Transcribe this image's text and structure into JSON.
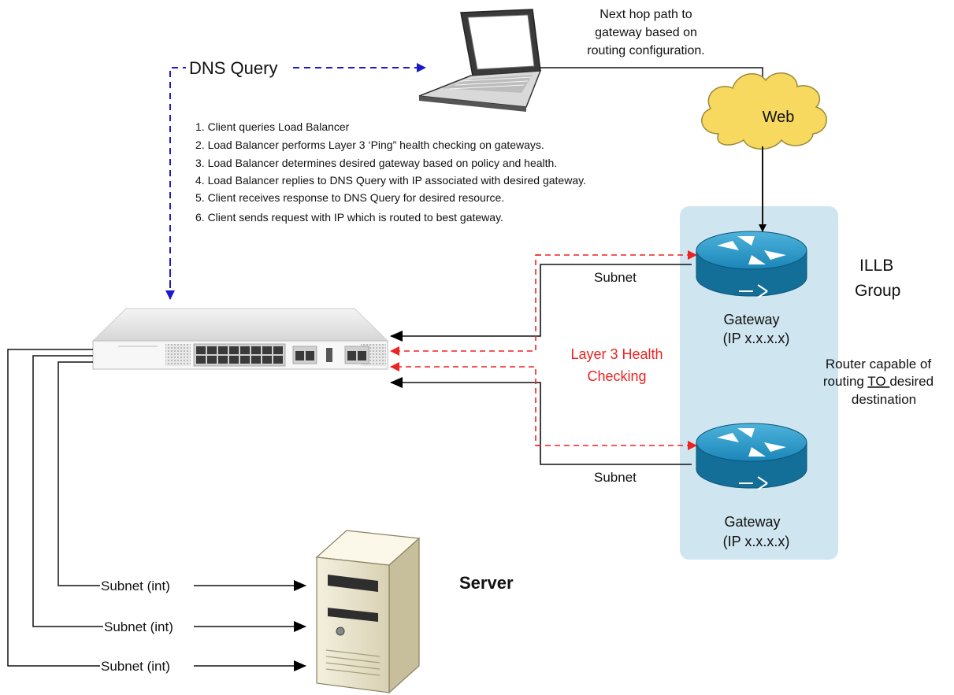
{
  "dns_query_label": "DNS Query",
  "next_hop_note": [
    "Next hop path to",
    "gateway based on",
    "routing configuration."
  ],
  "cloud_label": "Web",
  "steps": [
    "1. Client queries Load Balancer",
    "2. Load Balancer performs Layer 3 ‘Ping” health checking on gateways.",
    "3. Load Balancer determines desired gateway based on policy and health.",
    "4. Load Balancer replies to DNS Query with IP associated with desired gateway.",
    "5. Client receives response to DNS Query for desired resource.",
    "6. Client sends request with IP which is routed to best gateway."
  ],
  "group_label": [
    "ILLB",
    "Group"
  ],
  "gateways": [
    {
      "name": "Gateway",
      "ip": "(IP x.x.x.x)",
      "subnet_label": "Subnet"
    },
    {
      "name": "Gateway",
      "ip": "(IP x.x.x.x)",
      "subnet_label": "Subnet"
    }
  ],
  "health_check_label": [
    "Layer 3 Health",
    "Checking"
  ],
  "router_note": {
    "line1": "Router capable of",
    "line2_pre": "routing ",
    "line2_ul": "TO ",
    "line2_post": "desired",
    "line3": "destination"
  },
  "server_label": "Server",
  "server_links": [
    "Subnet (int)",
    "Subnet (int)",
    "Subnet (int)"
  ],
  "colors": {
    "dns": "#1a1acc",
    "health": "#ee2222",
    "group_fill": "#cfe5ef",
    "cloud": "#f7d960",
    "router": "#1a8fbf"
  }
}
